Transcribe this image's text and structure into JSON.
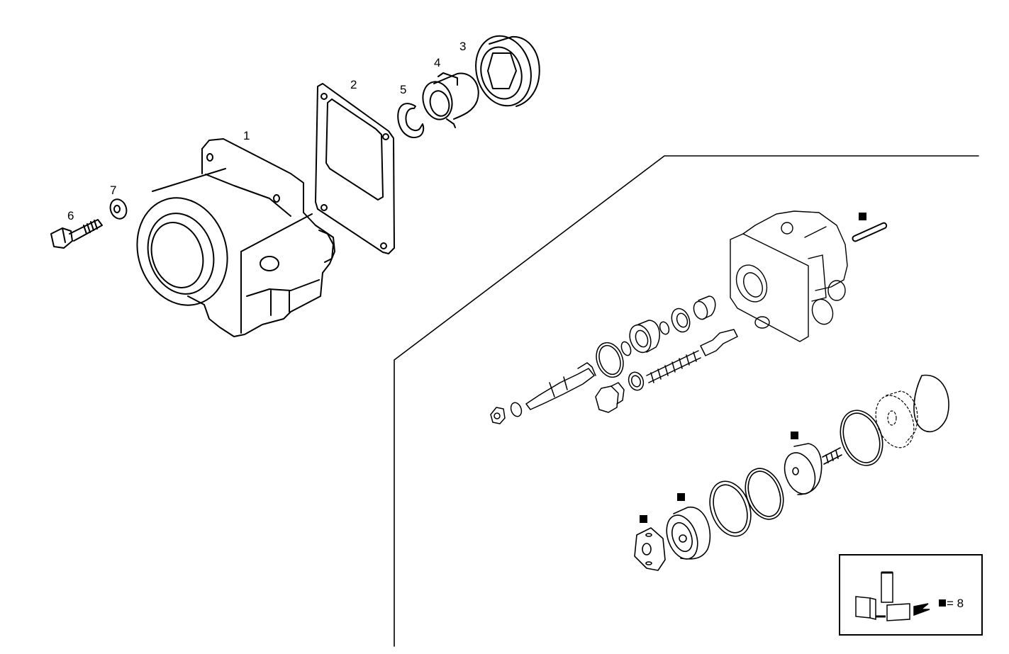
{
  "diagram": {
    "type": "exploded-parts-view",
    "subject": "pump housing and hydraulic pump assembly",
    "part_labels": [
      {
        "id": "1",
        "text": "1",
        "part": "housing"
      },
      {
        "id": "2",
        "text": "2",
        "part": "gasket"
      },
      {
        "id": "3",
        "text": "3",
        "part": "coupling"
      },
      {
        "id": "4",
        "text": "4",
        "part": "drive hub"
      },
      {
        "id": "5",
        "text": "5",
        "part": "snap ring"
      },
      {
        "id": "6",
        "text": "6",
        "part": "bolt"
      },
      {
        "id": "7",
        "text": "7",
        "part": "washer"
      }
    ],
    "kit_markers": {
      "count": 5,
      "symbol": "filled-square"
    },
    "legend": {
      "symbol": "filled-square",
      "equals": "=",
      "value": "8",
      "text": "= 8"
    }
  }
}
